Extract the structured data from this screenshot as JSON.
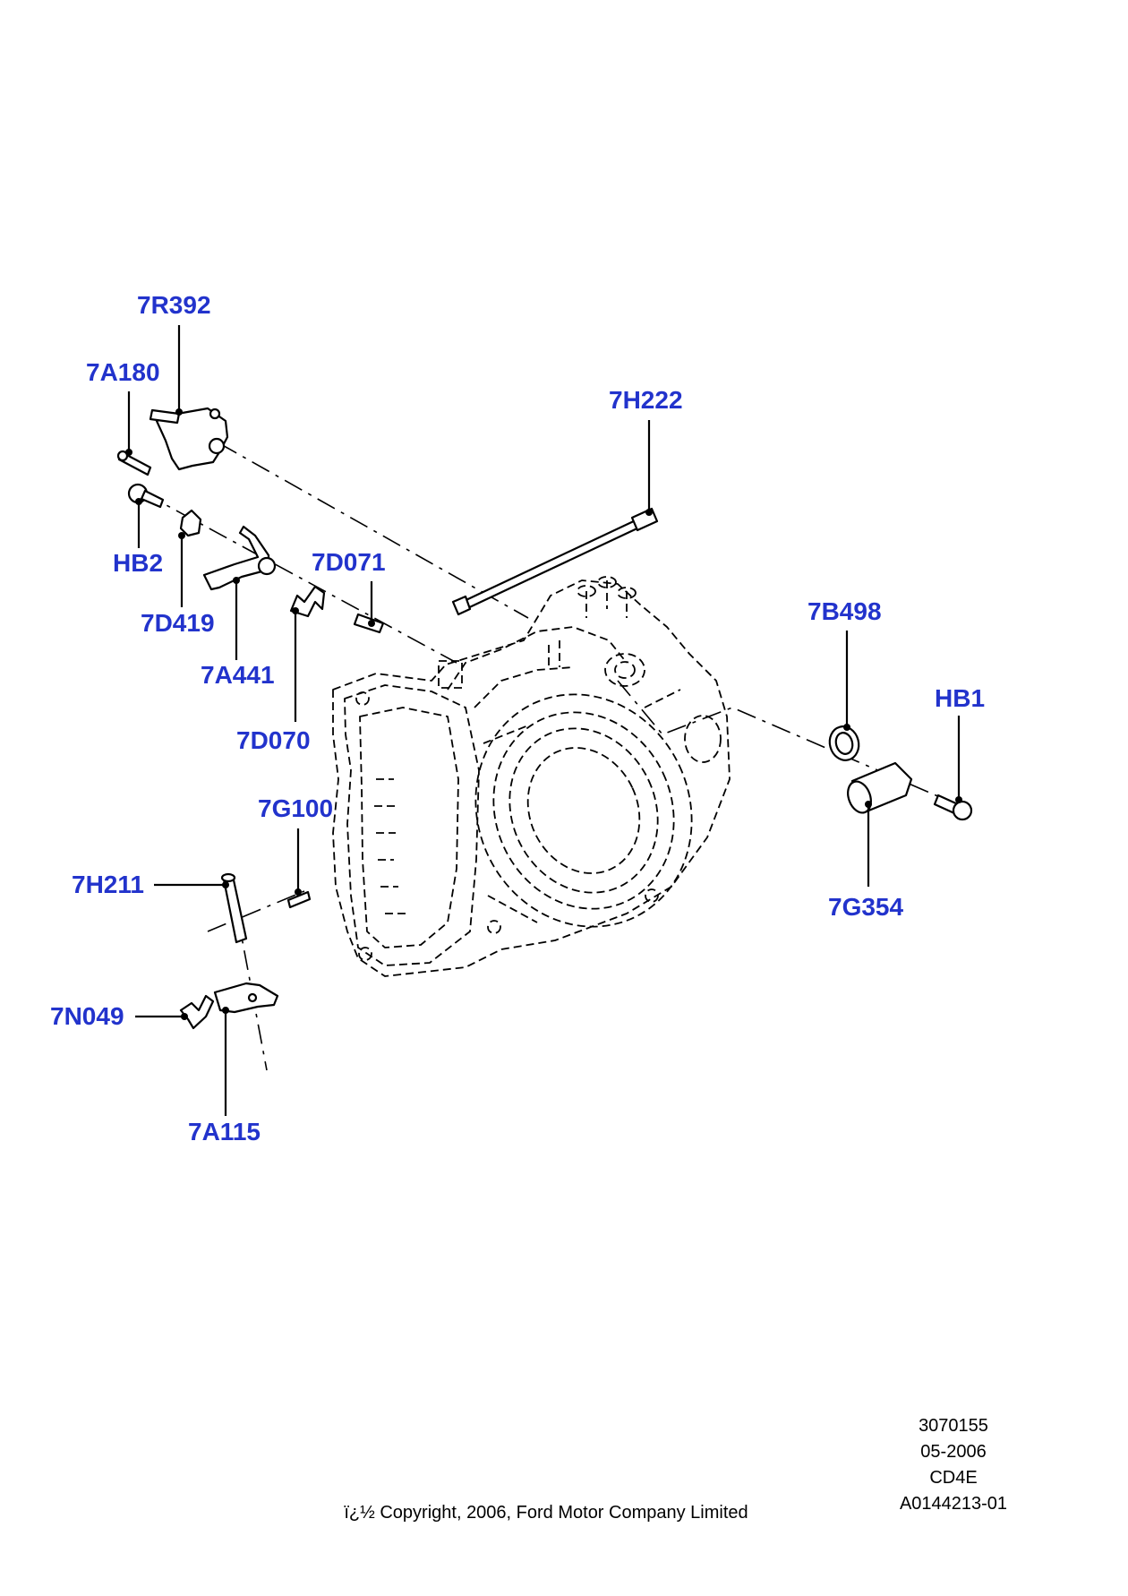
{
  "callouts": {
    "c_7R392": "7R392",
    "c_7A180": "7A180",
    "c_HB2": "HB2",
    "c_7D419": "7D419",
    "c_7A441": "7A441",
    "c_7D071": "7D071",
    "c_7D070": "7D070",
    "c_7H222": "7H222",
    "c_7B498": "7B498",
    "c_HB1": "HB1",
    "c_7G354": "7G354",
    "c_7G100": "7G100",
    "c_7H211": "7H211",
    "c_7N049": "7N049",
    "c_7A115": "7A115"
  },
  "meta": {
    "illustration_number": "3070155",
    "date": "05-2006",
    "model": "CD4E",
    "reference": "A0144213-01",
    "copyright": "ï¿½ Copyright, 2006, Ford Motor Company Limited"
  },
  "colors": {
    "callout": "#2233cc",
    "line": "#000000",
    "background": "#ffffff"
  }
}
